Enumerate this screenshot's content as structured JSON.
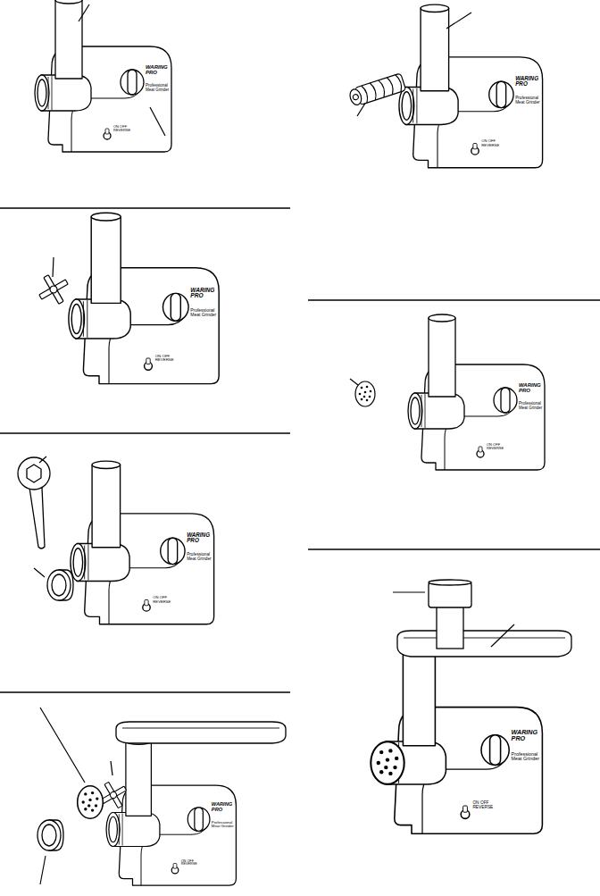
{
  "diagram": {
    "labels": [
      "WARING PRO",
      "Professional Meat Grinder",
      "ON OFF REVERSE",
      "WARING PRO",
      "Professional Meat Grinder",
      "ON OFF REVERSE",
      "WARING PRO",
      "Professional Meat Grinder",
      "ON OFF REVERSE",
      "WARING PRO",
      "Professional Meat Grinder",
      "ON OFF REVERSE",
      "WARING PRO",
      "Professional Meat Grinder",
      "ON OFF REVERSE",
      "WARING PRO",
      "Professional Meat Grinder",
      "ON OFF REVERSE",
      "WARING PRO",
      "Professional Meat Grinder",
      "ON OFF REVERSE"
    ]
  }
}
